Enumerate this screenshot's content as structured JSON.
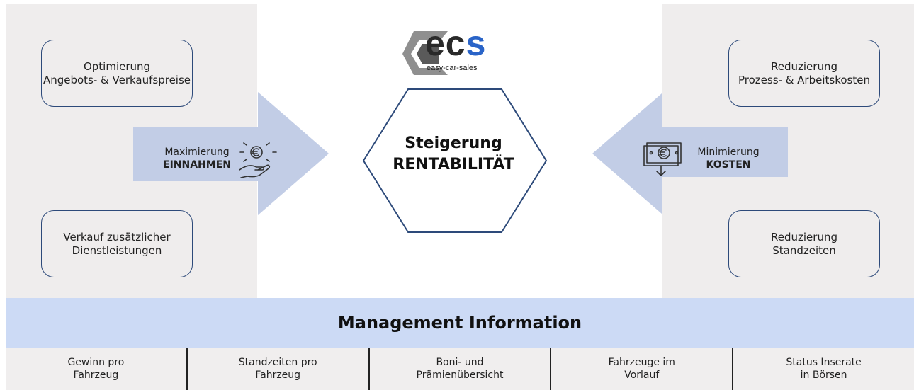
{
  "logo": {
    "letters": "ecs",
    "tagline": "easy-car-sales"
  },
  "left": {
    "box_top": {
      "line1": "Optimierung",
      "line2": "Angebots- & Verkaufspreise"
    },
    "box_bottom": {
      "line1": "Verkauf zusätzlicher",
      "line2": "Dienstleistungen"
    },
    "arrow": {
      "line1": "Maximierung",
      "line2": "EINNAHMEN"
    }
  },
  "right": {
    "box_top": {
      "line1": "Reduzierung",
      "line2": "Prozess- & Arbeitskosten"
    },
    "box_bottom": {
      "line1": "Reduzierung",
      "line2": "Standzeiten"
    },
    "arrow": {
      "line1": "Minimierung",
      "line2": "KOSTEN"
    }
  },
  "center": {
    "line1": "Steigerung",
    "line2": "RENTABILITÄT"
  },
  "management": {
    "title": "Management Information",
    "items": [
      {
        "line1": "Gewinn pro",
        "line2": "Fahrzeug"
      },
      {
        "line1": "Standzeiten pro",
        "line2": "Fahrzeug"
      },
      {
        "line1": "Boni- und",
        "line2": "Prämienübersicht"
      },
      {
        "line1": "Fahrzeuge im",
        "line2": "Vorlauf"
      },
      {
        "line1": "Status Inserate",
        "line2": "in Börsen"
      }
    ]
  },
  "colors": {
    "arrow": "#c2cde6",
    "border": "#2d4a7a",
    "panel": "#efeded",
    "bar": "#ccdaf5",
    "logo_blue": "#2a64c8"
  },
  "icons": {
    "left_arrow_icon": "hand-coin-euro-icon",
    "right_arrow_icon": "banknote-euro-down-icon"
  }
}
